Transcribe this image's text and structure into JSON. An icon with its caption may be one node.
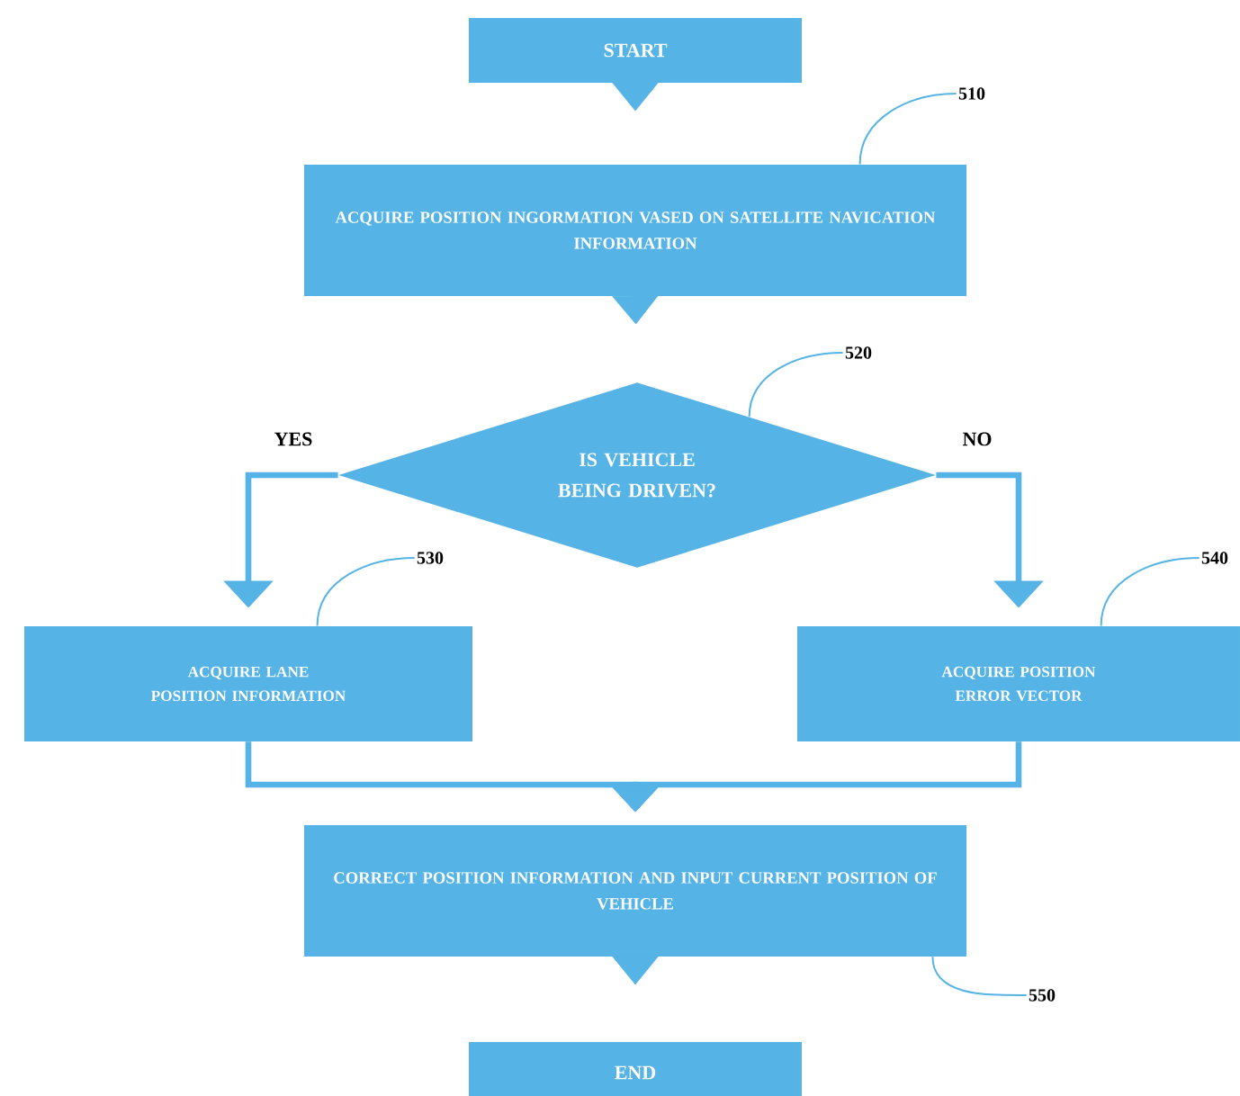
{
  "diagram": {
    "nodes": [
      {
        "text": [
          "START"
        ]
      },
      {
        "text": [
          "ACQUIRE POSITION INGORMATION VASED ON SATELLITE NAVICATION INFORMATION"
        ]
      },
      {
        "text": [
          "IS VEHICLE BEING DRIVEN?"
        ]
      },
      {
        "text": [
          "ACQUIRE LANE POSITION INFORMATION"
        ]
      },
      {
        "text": [
          "ACQUIRE POSITION ERROR VECTOR"
        ]
      },
      {
        "text": [
          "CORRECT POSITION INFORMATION AND INPUT CURRENT POSITION OF VEHICLE"
        ]
      },
      {
        "text": [
          "END"
        ]
      },
      {
        "text": [
          "510"
        ]
      },
      {
        "text": [
          "520"
        ]
      },
      {
        "text": [
          "530"
        ]
      },
      {
        "text": [
          "540"
        ]
      },
      {
        "text": [
          "550"
        ]
      }
    ],
    "edges": [
      {
        "from": 0,
        "to": 1,
        "arrow": "to"
      },
      {
        "from": 1,
        "to": 2,
        "arrow": "to"
      },
      {
        "from": 2,
        "to": 3,
        "arrow": "to",
        "label": "YES",
        "style": "thick"
      },
      {
        "from": 2,
        "to": 4,
        "arrow": "to",
        "label": "NO",
        "style": "thick"
      },
      {
        "from": 3,
        "to": 5,
        "arrow": "to",
        "style": "thick"
      },
      {
        "from": 4,
        "to": 5,
        "arrow": "to",
        "style": "thick"
      },
      {
        "from": 5,
        "to": 6,
        "arrow": "to"
      },
      {
        "from": 7,
        "to": 1,
        "arrow": "none"
      },
      {
        "from": 8,
        "to": 2,
        "arrow": "none"
      },
      {
        "from": 9,
        "to": 3,
        "arrow": "none"
      },
      {
        "from": 10,
        "to": 4,
        "arrow": "none"
      },
      {
        "from": 11,
        "to": 5,
        "arrow": "none"
      }
    ]
  }
}
